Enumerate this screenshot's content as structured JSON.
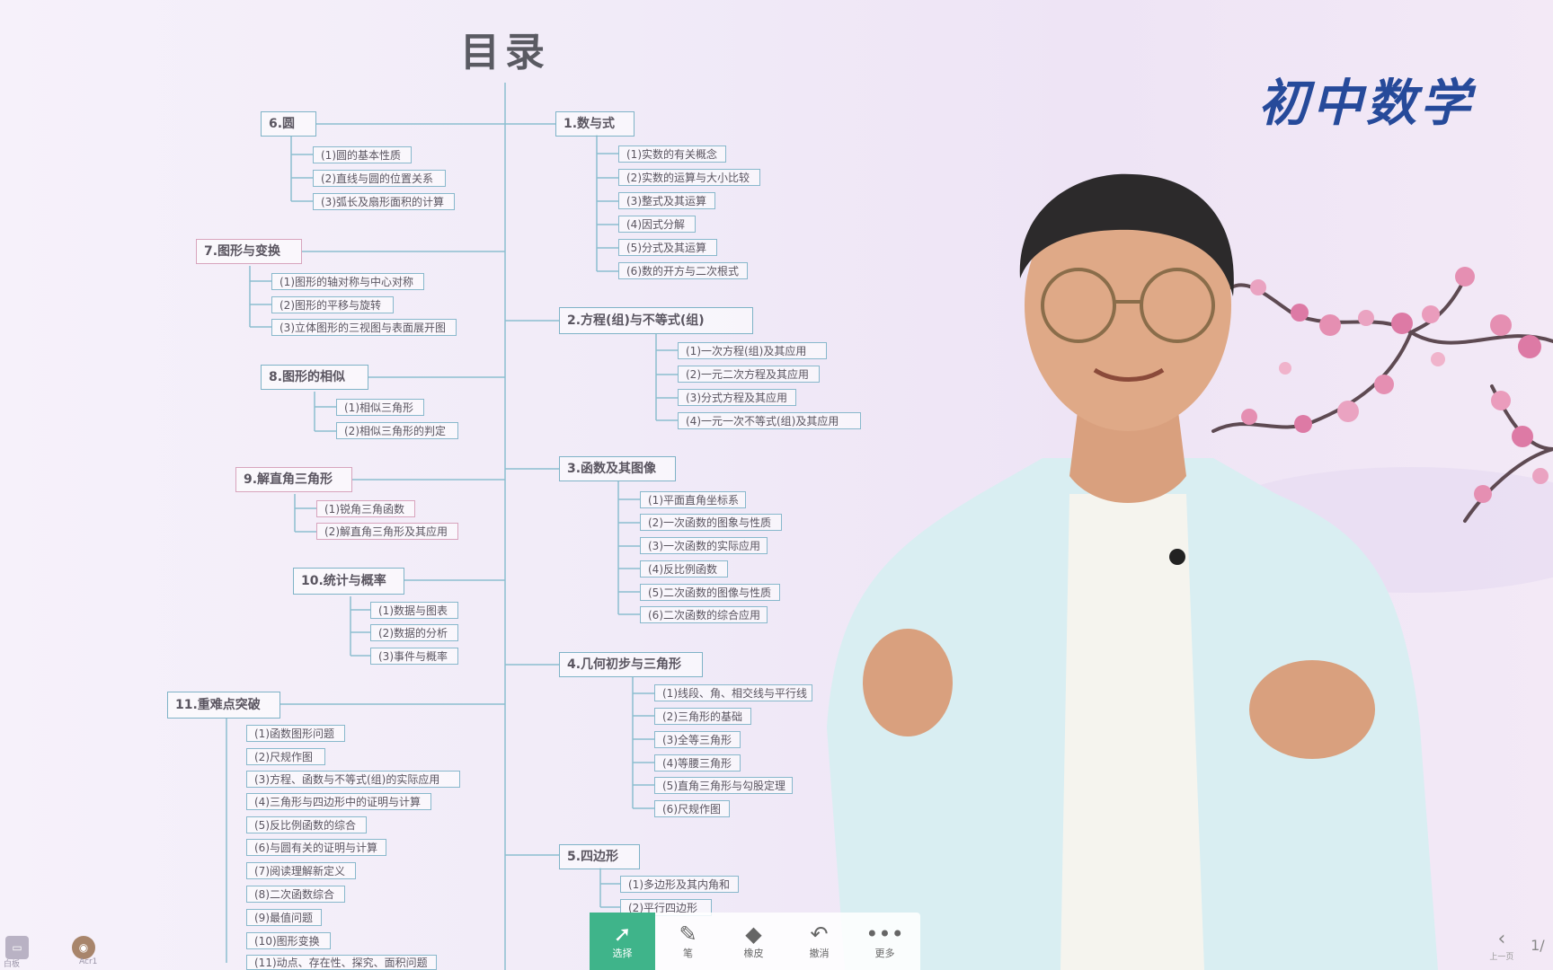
{
  "slide": {
    "title": "目录",
    "brand": "初中数学"
  },
  "mindmap": {
    "right": [
      {
        "label": "1.数与式",
        "items": [
          "(1)实数的有关概念",
          "(2)实数的运算与大小比较",
          "(3)整式及其运算",
          "(4)因式分解",
          "(5)分式及其运算",
          "(6)数的开方与二次根式"
        ]
      },
      {
        "label": "2.方程(组)与不等式(组)",
        "items": [
          "(1)一次方程(组)及其应用",
          "(2)一元二次方程及其应用",
          "(3)分式方程及其应用",
          "(4)一元一次不等式(组)及其应用"
        ]
      },
      {
        "label": "3.函数及其图像",
        "items": [
          "(1)平面直角坐标系",
          "(2)一次函数的图象与性质",
          "(3)一次函数的实际应用",
          "(4)反比例函数",
          "(5)二次函数的图像与性质",
          "(6)二次函数的综合应用"
        ]
      },
      {
        "label": "4.几何初步与三角形",
        "items": [
          "(1)线段、角、相交线与平行线",
          "(2)三角形的基础",
          "(3)全等三角形",
          "(4)等腰三角形",
          "(5)直角三角形与勾股定理",
          "(6)尺规作图"
        ]
      },
      {
        "label": "5.四边形",
        "items": [
          "(1)多边形及其内角和",
          "(2)平行四边形"
        ]
      }
    ],
    "left": [
      {
        "label": "6.圆",
        "items": [
          "(1)圆的基本性质",
          "(2)直线与圆的位置关系",
          "(3)弧长及扇形面积的计算"
        ]
      },
      {
        "label": "7.图形与变换",
        "items": [
          "(1)图形的轴对称与中心对称",
          "(2)图形的平移与旋转",
          "(3)立体图形的三视图与表面展开图"
        ]
      },
      {
        "label": "8.图形的相似",
        "items": [
          "(1)相似三角形",
          "(2)相似三角形的判定"
        ]
      },
      {
        "label": "9.解直角三角形",
        "items": [
          "(1)锐角三角函数",
          "(2)解直角三角形及其应用"
        ]
      },
      {
        "label": "10.统计与概率",
        "items": [
          "(1)数据与图表",
          "(2)数据的分析",
          "(3)事件与概率"
        ]
      },
      {
        "label": "11.重难点突破",
        "items": [
          "(1)函数图形问题",
          "(2)尺规作图",
          "(3)方程、函数与不等式(组)的实际应用",
          "(4)三角形与四边形中的证明与计算",
          "(5)反比例函数的综合",
          "(6)与圆有关的证明与计算",
          "(7)阅读理解新定义",
          "(8)二次函数综合",
          "(9)最值问题",
          "(10)图形变换",
          "(11)动点、存在性、探究、面积问题"
        ]
      }
    ]
  },
  "toolbar": {
    "items": [
      {
        "label": "选择",
        "icon": "pointer-icon"
      },
      {
        "label": "笔",
        "icon": "pen-icon"
      },
      {
        "label": "橡皮",
        "icon": "eraser-icon"
      },
      {
        "label": "撤消",
        "icon": "undo-icon"
      },
      {
        "label": "更多",
        "icon": "more-icon"
      }
    ]
  },
  "corner": {
    "left_label_1": "白板",
    "left_label_2": "Acr1",
    "pager_prev": "上一页",
    "pager_next": "1/"
  }
}
